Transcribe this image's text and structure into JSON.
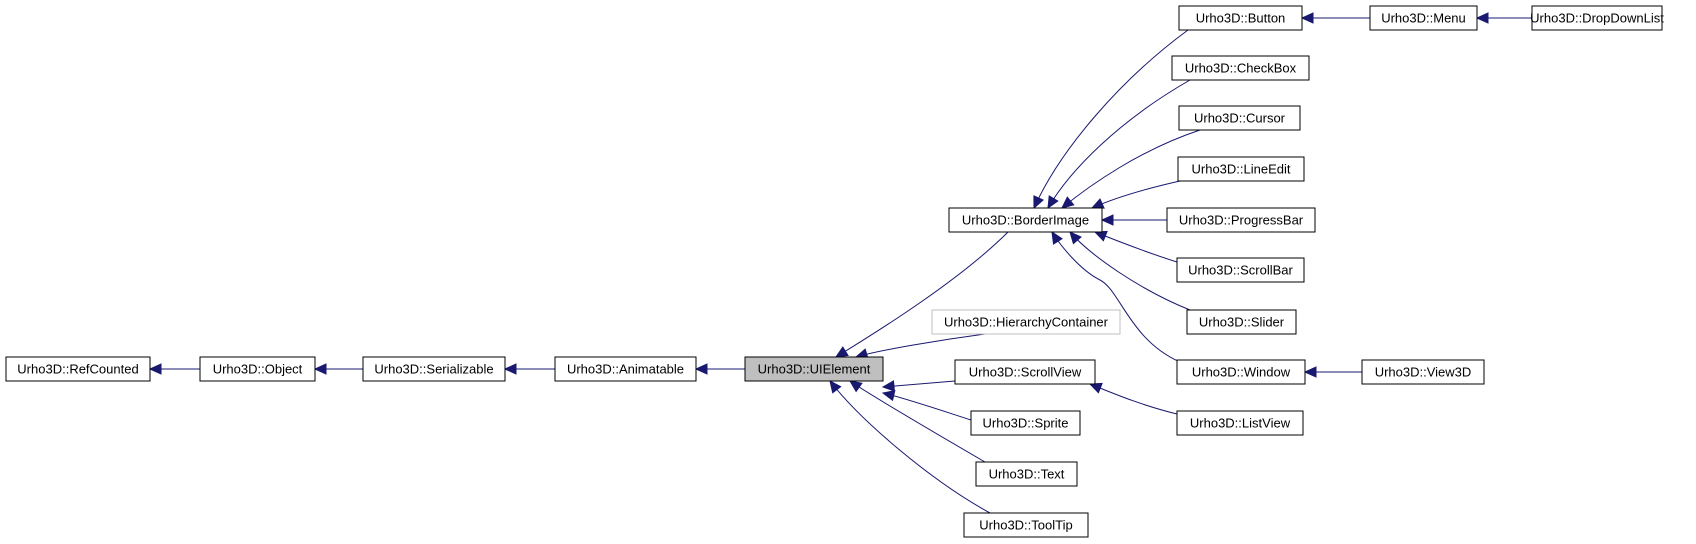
{
  "nodes": [
    {
      "id": "refcounted",
      "label": "Urho3D::RefCounted",
      "style": "normal"
    },
    {
      "id": "object",
      "label": "Urho3D::Object",
      "style": "normal"
    },
    {
      "id": "serializable",
      "label": "Urho3D::Serializable",
      "style": "normal"
    },
    {
      "id": "animatable",
      "label": "Urho3D::Animatable",
      "style": "normal"
    },
    {
      "id": "uielement",
      "label": "Urho3D::UIElement",
      "style": "current"
    },
    {
      "id": "borderimage",
      "label": "Urho3D::BorderImage",
      "style": "normal"
    },
    {
      "id": "hierarchycontainer",
      "label": "Urho3D::HierarchyContainer",
      "style": "undocumented"
    },
    {
      "id": "scrollview",
      "label": "Urho3D::ScrollView",
      "style": "normal"
    },
    {
      "id": "sprite",
      "label": "Urho3D::Sprite",
      "style": "normal"
    },
    {
      "id": "text",
      "label": "Urho3D::Text",
      "style": "normal"
    },
    {
      "id": "tooltip",
      "label": "Urho3D::ToolTip",
      "style": "normal"
    },
    {
      "id": "button",
      "label": "Urho3D::Button",
      "style": "normal"
    },
    {
      "id": "checkbox",
      "label": "Urho3D::CheckBox",
      "style": "normal"
    },
    {
      "id": "cursor",
      "label": "Urho3D::Cursor",
      "style": "normal"
    },
    {
      "id": "lineedit",
      "label": "Urho3D::LineEdit",
      "style": "normal"
    },
    {
      "id": "progressbar",
      "label": "Urho3D::ProgressBar",
      "style": "normal"
    },
    {
      "id": "scrollbar",
      "label": "Urho3D::ScrollBar",
      "style": "normal"
    },
    {
      "id": "slider",
      "label": "Urho3D::Slider",
      "style": "normal"
    },
    {
      "id": "window",
      "label": "Urho3D::Window",
      "style": "normal"
    },
    {
      "id": "listview",
      "label": "Urho3D::ListView",
      "style": "normal"
    },
    {
      "id": "menu",
      "label": "Urho3D::Menu",
      "style": "normal"
    },
    {
      "id": "view3d",
      "label": "Urho3D::View3D",
      "style": "normal"
    },
    {
      "id": "dropdownlist",
      "label": "Urho3D::DropDownList",
      "style": "normal"
    }
  ],
  "edges": [
    {
      "from": "object",
      "to": "refcounted"
    },
    {
      "from": "serializable",
      "to": "object"
    },
    {
      "from": "animatable",
      "to": "serializable"
    },
    {
      "from": "uielement",
      "to": "animatable"
    },
    {
      "from": "borderimage",
      "to": "uielement"
    },
    {
      "from": "hierarchycontainer",
      "to": "uielement"
    },
    {
      "from": "scrollview",
      "to": "uielement"
    },
    {
      "from": "sprite",
      "to": "uielement"
    },
    {
      "from": "text",
      "to": "uielement"
    },
    {
      "from": "tooltip",
      "to": "uielement"
    },
    {
      "from": "button",
      "to": "borderimage"
    },
    {
      "from": "checkbox",
      "to": "borderimage"
    },
    {
      "from": "cursor",
      "to": "borderimage"
    },
    {
      "from": "lineedit",
      "to": "borderimage"
    },
    {
      "from": "progressbar",
      "to": "borderimage"
    },
    {
      "from": "scrollbar",
      "to": "borderimage"
    },
    {
      "from": "slider",
      "to": "borderimage"
    },
    {
      "from": "window",
      "to": "borderimage"
    },
    {
      "from": "listview",
      "to": "scrollview"
    },
    {
      "from": "menu",
      "to": "button"
    },
    {
      "from": "view3d",
      "to": "window"
    },
    {
      "from": "dropdownlist",
      "to": "menu"
    }
  ],
  "colors": {
    "edge": "#191970",
    "node_border": "#000000",
    "current_fill": "#bfbfbf",
    "undocumented_border": "#bfbfbf"
  }
}
